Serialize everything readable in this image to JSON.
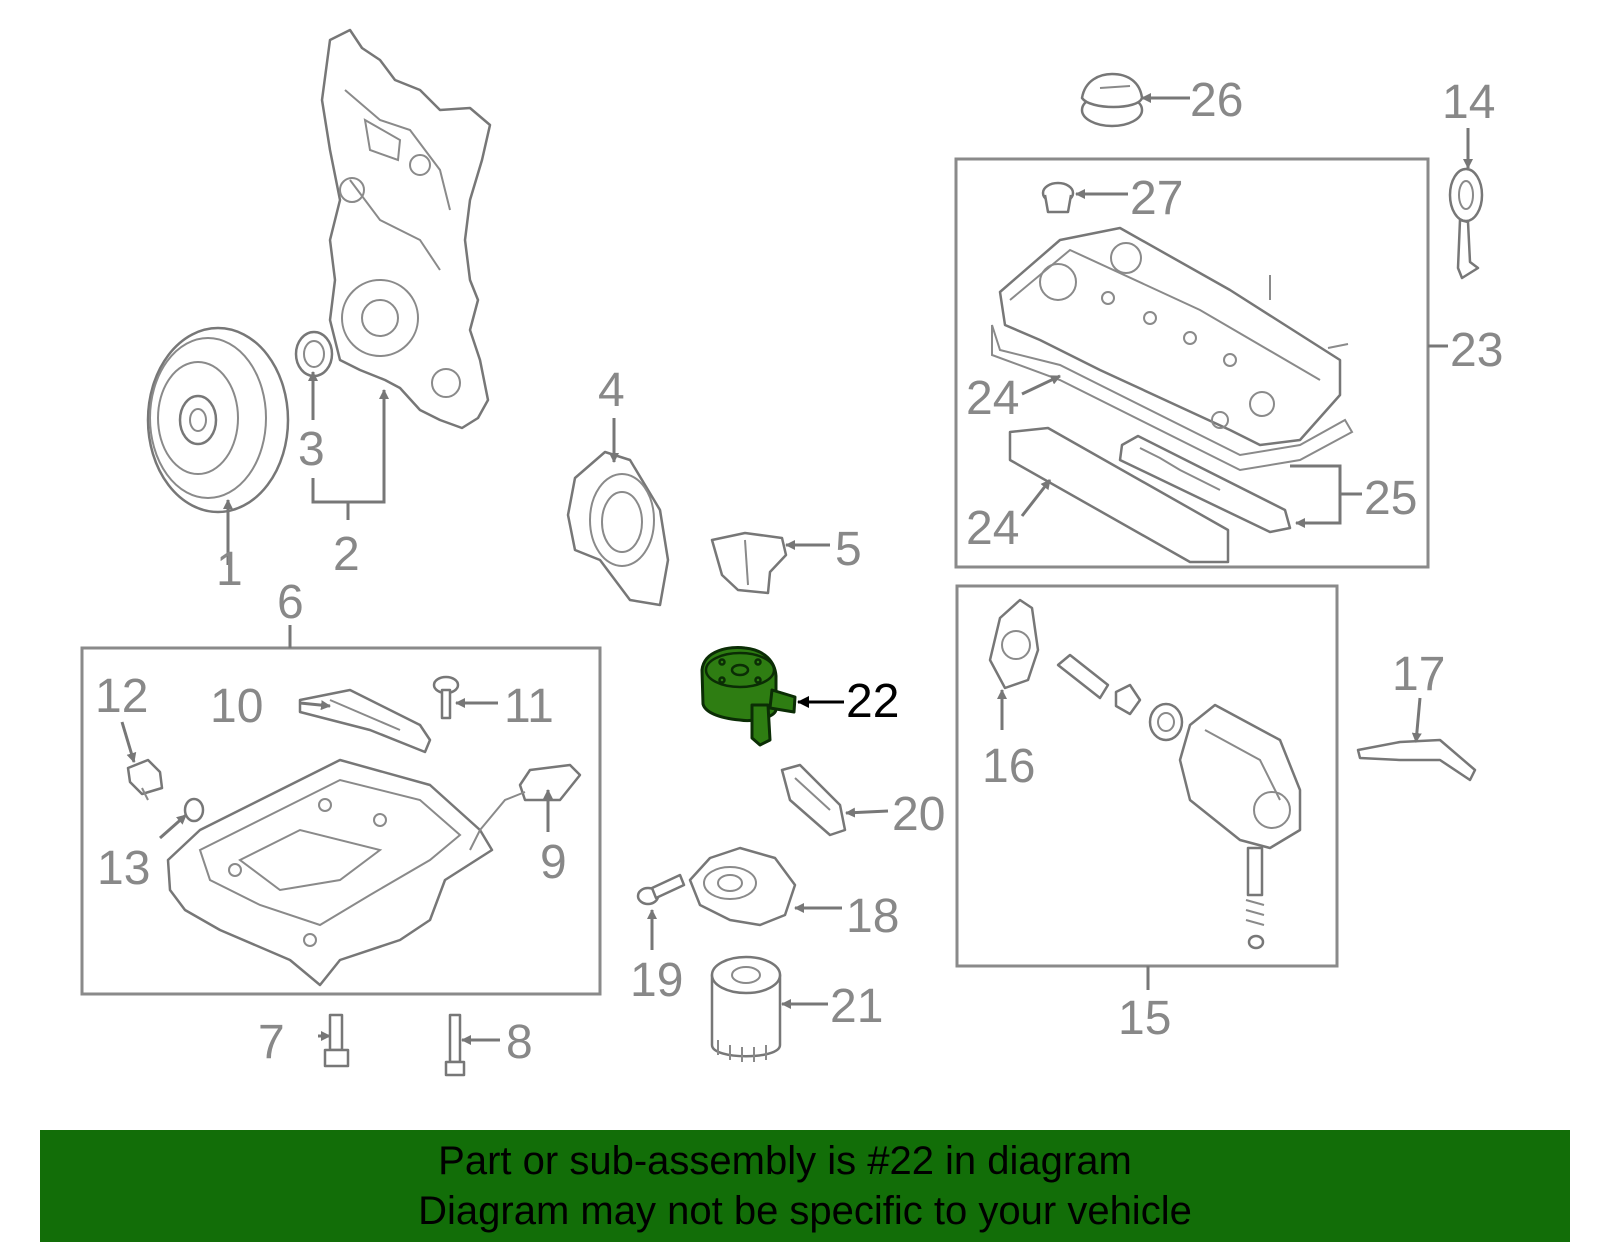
{
  "diagram": {
    "highlight_color": "#2e7d12",
    "callouts": {
      "c1": "1",
      "c2": "2",
      "c3": "3",
      "c4": "4",
      "c5": "5",
      "c6": "6",
      "c7": "7",
      "c8": "8",
      "c9": "9",
      "c10": "10",
      "c11": "11",
      "c12": "12",
      "c13": "13",
      "c14": "14",
      "c15": "15",
      "c16": "16",
      "c17": "17",
      "c18": "18",
      "c19": "19",
      "c20": "20",
      "c21": "21",
      "c22": "22",
      "c23": "23",
      "c24a": "24",
      "c24b": "24",
      "c25": "25",
      "c26": "26",
      "c27": "27"
    },
    "highlighted_callout": "22"
  },
  "banner": {
    "color": "#126e08",
    "line1": "Part or sub-assembly is #22 in diagram",
    "line2": "Diagram may not be specific to your vehicle"
  }
}
